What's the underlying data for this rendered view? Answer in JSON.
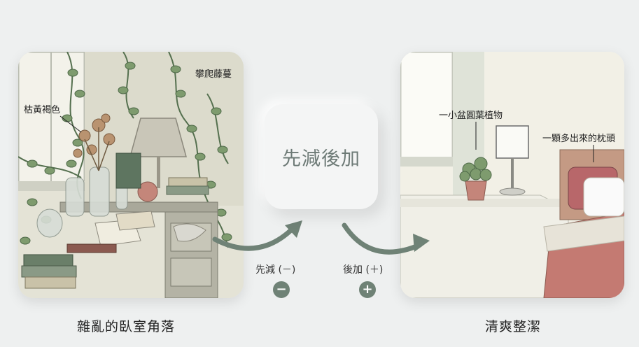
{
  "center": {
    "title": "先減後加"
  },
  "left": {
    "caption": "雜亂的臥室角落",
    "annotations": {
      "vines": "攀爬藤蔓",
      "dried": "枯黃褐色"
    }
  },
  "right": {
    "caption": "清爽整潔",
    "annotations": {
      "plant": "一小盆圓葉植物",
      "pillow": "一顆多出來的枕頭"
    }
  },
  "operations": {
    "subtract": {
      "label": "先減 (－)",
      "symbol": "−"
    },
    "add": {
      "label": "後加 (＋)",
      "symbol": "+"
    }
  },
  "colors": {
    "accent": "#6f8276",
    "arrow": "#6f8276"
  }
}
